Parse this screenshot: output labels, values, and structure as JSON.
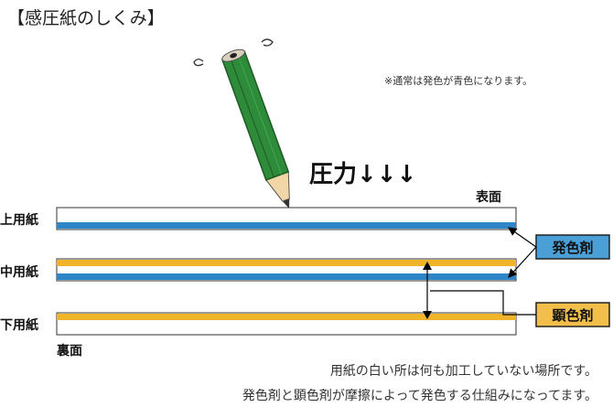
{
  "title": "【感圧紙のしくみ】",
  "note": "※通常は発色が青色になります。",
  "pressure_label": "圧力↓↓↓",
  "surface_top_label": "表面",
  "surface_bottom_label": "裏面",
  "sheets": [
    {
      "label": "上用紙",
      "coatings": [
        "blue"
      ]
    },
    {
      "label": "中用紙",
      "coatings": [
        "yellow",
        "blue"
      ]
    },
    {
      "label": "下用紙",
      "coatings": [
        "yellow"
      ]
    }
  ],
  "callouts": {
    "developer_label": "発色剤",
    "color_former_label": "顕色剤"
  },
  "captions": [
    "用紙の白い所は何も加工していない場所です。",
    "発色剤と顕色剤が摩擦によって発色する仕組みになってます。"
  ],
  "colors": {
    "blue": "#2f86c6",
    "yellow": "#f0b429",
    "pencil_green": "#2e8b3a",
    "callout_blue": "#4a9fd6",
    "callout_yellow": "#f2c04a"
  },
  "icons": [
    "pencil-icon",
    "motion-swirl-icon"
  ]
}
